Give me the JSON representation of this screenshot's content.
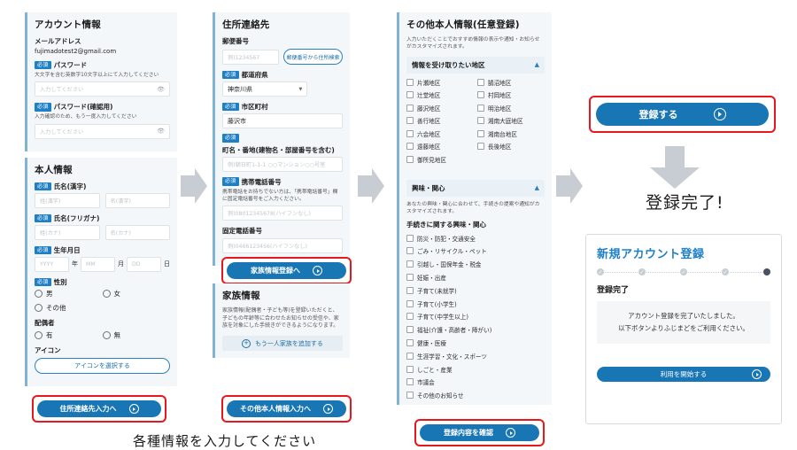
{
  "panel1": {
    "account_section": {
      "title": "アカウント情報",
      "email_label": "メールアドレス",
      "email_value": "fujimadotest2@gmail.com",
      "required_badge": "必須",
      "password_label": "パスワード",
      "password_note": "大文字を含む英数字10文字以上にて入力してください",
      "password_placeholder": "入力してください",
      "password_confirm_label": "パスワード(確認用)",
      "password_confirm_note": "入力確認のため、もう一度入力してください",
      "password_confirm_placeholder": "入力してください",
      "eye_icon": "eye-icon"
    },
    "personal_section": {
      "title": "本人情報",
      "required_badge": "必須",
      "name_kanji_label": "氏名(漢字)",
      "name_kanji_last_placeholder": "姓(漢字)",
      "name_kanji_first_placeholder": "名(漢字)",
      "name_kana_label": "氏名(フリガナ)",
      "name_kana_last_placeholder": "姓(カナ)",
      "name_kana_first_placeholder": "名(カナ)",
      "birthdate_label": "生年月日",
      "birth_year_placeholder": "YYYY",
      "birth_year_unit": "年",
      "birth_month_placeholder": "MM",
      "birth_month_unit": "月",
      "birth_day_placeholder": "DD",
      "birth_day_unit": "日",
      "gender_label": "性別",
      "gender_options": [
        "男",
        "女",
        "その他"
      ],
      "spouse_label": "配偶者",
      "spouse_options": [
        "有",
        "無"
      ],
      "icon_label": "アイコン",
      "icon_button": "アイコンを選択する"
    },
    "cta": "住所連絡先入力へ"
  },
  "panel2": {
    "address_section": {
      "title": "住所連絡先",
      "required_badge": "必須",
      "postal_label": "郵便番号",
      "postal_placeholder": "例)1234567",
      "postal_search_button": "郵便番号から住所検索",
      "prefecture_label": "都道府県",
      "prefecture_value": "神奈川県",
      "city_label": "市区町村",
      "city_value": "藤沢市",
      "street_label": "町名・番地(建物名・部屋番号を含む)",
      "street_placeholder": "例)朝日町1-1-1 ○○マンション○○号室",
      "mobile_label": "携帯電話番号",
      "mobile_note": "携帯電話をお持ちでない方は、「携帯電話番号」欄に固定電話番号をご入力ください。",
      "mobile_placeholder": "例)08012345678(ハイフンなし)",
      "landline_label": "固定電話番号",
      "landline_placeholder": "例)0466123456(ハイフンなし)"
    },
    "cta_family": "家族情報登録へ",
    "family_section": {
      "title": "家族情報",
      "description": "家族情報(配偶者・子ども等)を登録いただくと、子どもの年齢等に合わせたお知らせの受信や、家族を対象にした手続きができるようになります。",
      "add_button": "もう一人家族を追加する",
      "plus_icon": "plus-circle-icon"
    },
    "cta_other": "その他本人情報入力へ"
  },
  "panel3": {
    "title": "その他本人情報(任意登録)",
    "description": "入力いただくことでおすすめ情報の表示や通知・お知らせがカスタマイズされます。",
    "district_accordion": {
      "label": "情報を受け取りたい地区",
      "chevron_icon": "chevron-up-icon",
      "column_left": [
        "片瀬地区",
        "辻堂地区",
        "藤沢地区",
        "善行地区",
        "六会地区",
        "遠藤地区",
        "御所見地区"
      ],
      "column_right": [
        "鵠沼地区",
        "村岡地区",
        "明治地区",
        "湘南大庭地区",
        "湘南台地区",
        "長後地区"
      ]
    },
    "interest_accordion": {
      "label": "興味・関心",
      "chevron_icon": "chevron-up-icon",
      "description": "あなたの興味・関心に合わせて、手続きの提案や通知がカスタマイズされます。",
      "subheading": "手続きに関する興味・関心",
      "items": [
        "防災・防犯・交通安全",
        "ごみ・リサイクル・ペット",
        "引越し・国保年金・税金",
        "妊娠・出産",
        "子育て(未就学)",
        "子育て(小学生)",
        "子育て(中学生以上)",
        "福祉(介護・高齢者・障がい)",
        "健康・医療",
        "生涯学習・文化・スポーツ",
        "しごと・産業",
        "市議会",
        "その他のお知らせ"
      ]
    },
    "cta": "登録内容を確認"
  },
  "panel4": {
    "register_button": "登録する",
    "arrow_icon": "down-arrow-icon",
    "completion_headline": "登録完了!",
    "card": {
      "title": "新規アカウント登録",
      "steps_total": 5,
      "steps_completed": 4,
      "check_icon": "check-circle-icon",
      "subtitle": "登録完了",
      "message_line1": "アカウント登録を完了いたしました。",
      "message_line2": "以下ボタンよりふじまどをご利用ください。",
      "cta": "利用を開始する"
    }
  },
  "caption": "各種情報を入力してください",
  "colors": {
    "primary": "#1976b5",
    "highlight": "#e8171c",
    "badge": "#1f7fc4",
    "section_bg": "#f4f7f9",
    "accent_border": "#7fb4d4"
  }
}
